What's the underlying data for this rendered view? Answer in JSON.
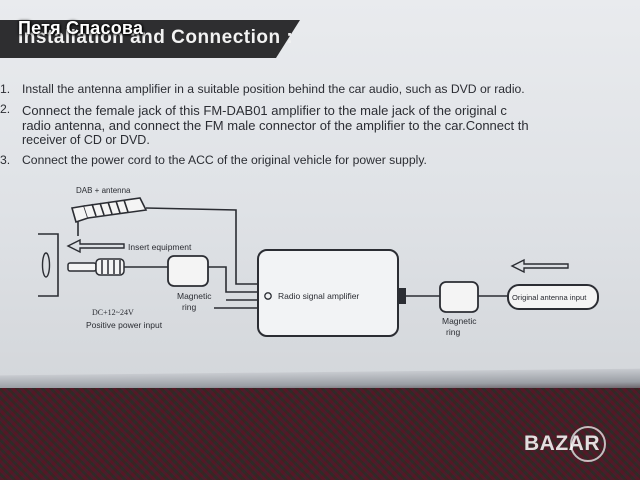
{
  "watermark": "Петя Спасова",
  "title": "Installation and Connection :",
  "steps": [
    {
      "num": "1.",
      "lines": [
        "Install the antenna amplifier in a suitable position behind the car audio, such as DVD or radio."
      ]
    },
    {
      "num": "2.",
      "lines": [
        "Connect the female jack of this FM-DAB01 amplifier to the male jack of the original c",
        "radio antenna, and connect the FM male connector of the amplifier to the car.Connect th",
        "receiver of CD or DVD."
      ]
    },
    {
      "num": "3.",
      "lines": [
        "Connect the power cord to the ACC of the original vehicle for power supply."
      ]
    }
  ],
  "diagram": {
    "dab_antenna": "DAB + antenna",
    "insert_equipment": "Insert equipment",
    "magnetic_ring_left_1": "Magnetic",
    "magnetic_ring_left_2": "ring",
    "dc_voltage": "DC+12~24V",
    "positive_power": "Positive power input",
    "amplifier": "Radio signal amplifier",
    "magnetic_ring_right_1": "Magnetic",
    "magnetic_ring_right_2": "ring",
    "original_antenna": "Original antenna input"
  },
  "logo": "BAZAR",
  "colors": {
    "paper": "#e3e6ea",
    "ink": "#2b2d33",
    "title_bar": "#2e2e30"
  }
}
